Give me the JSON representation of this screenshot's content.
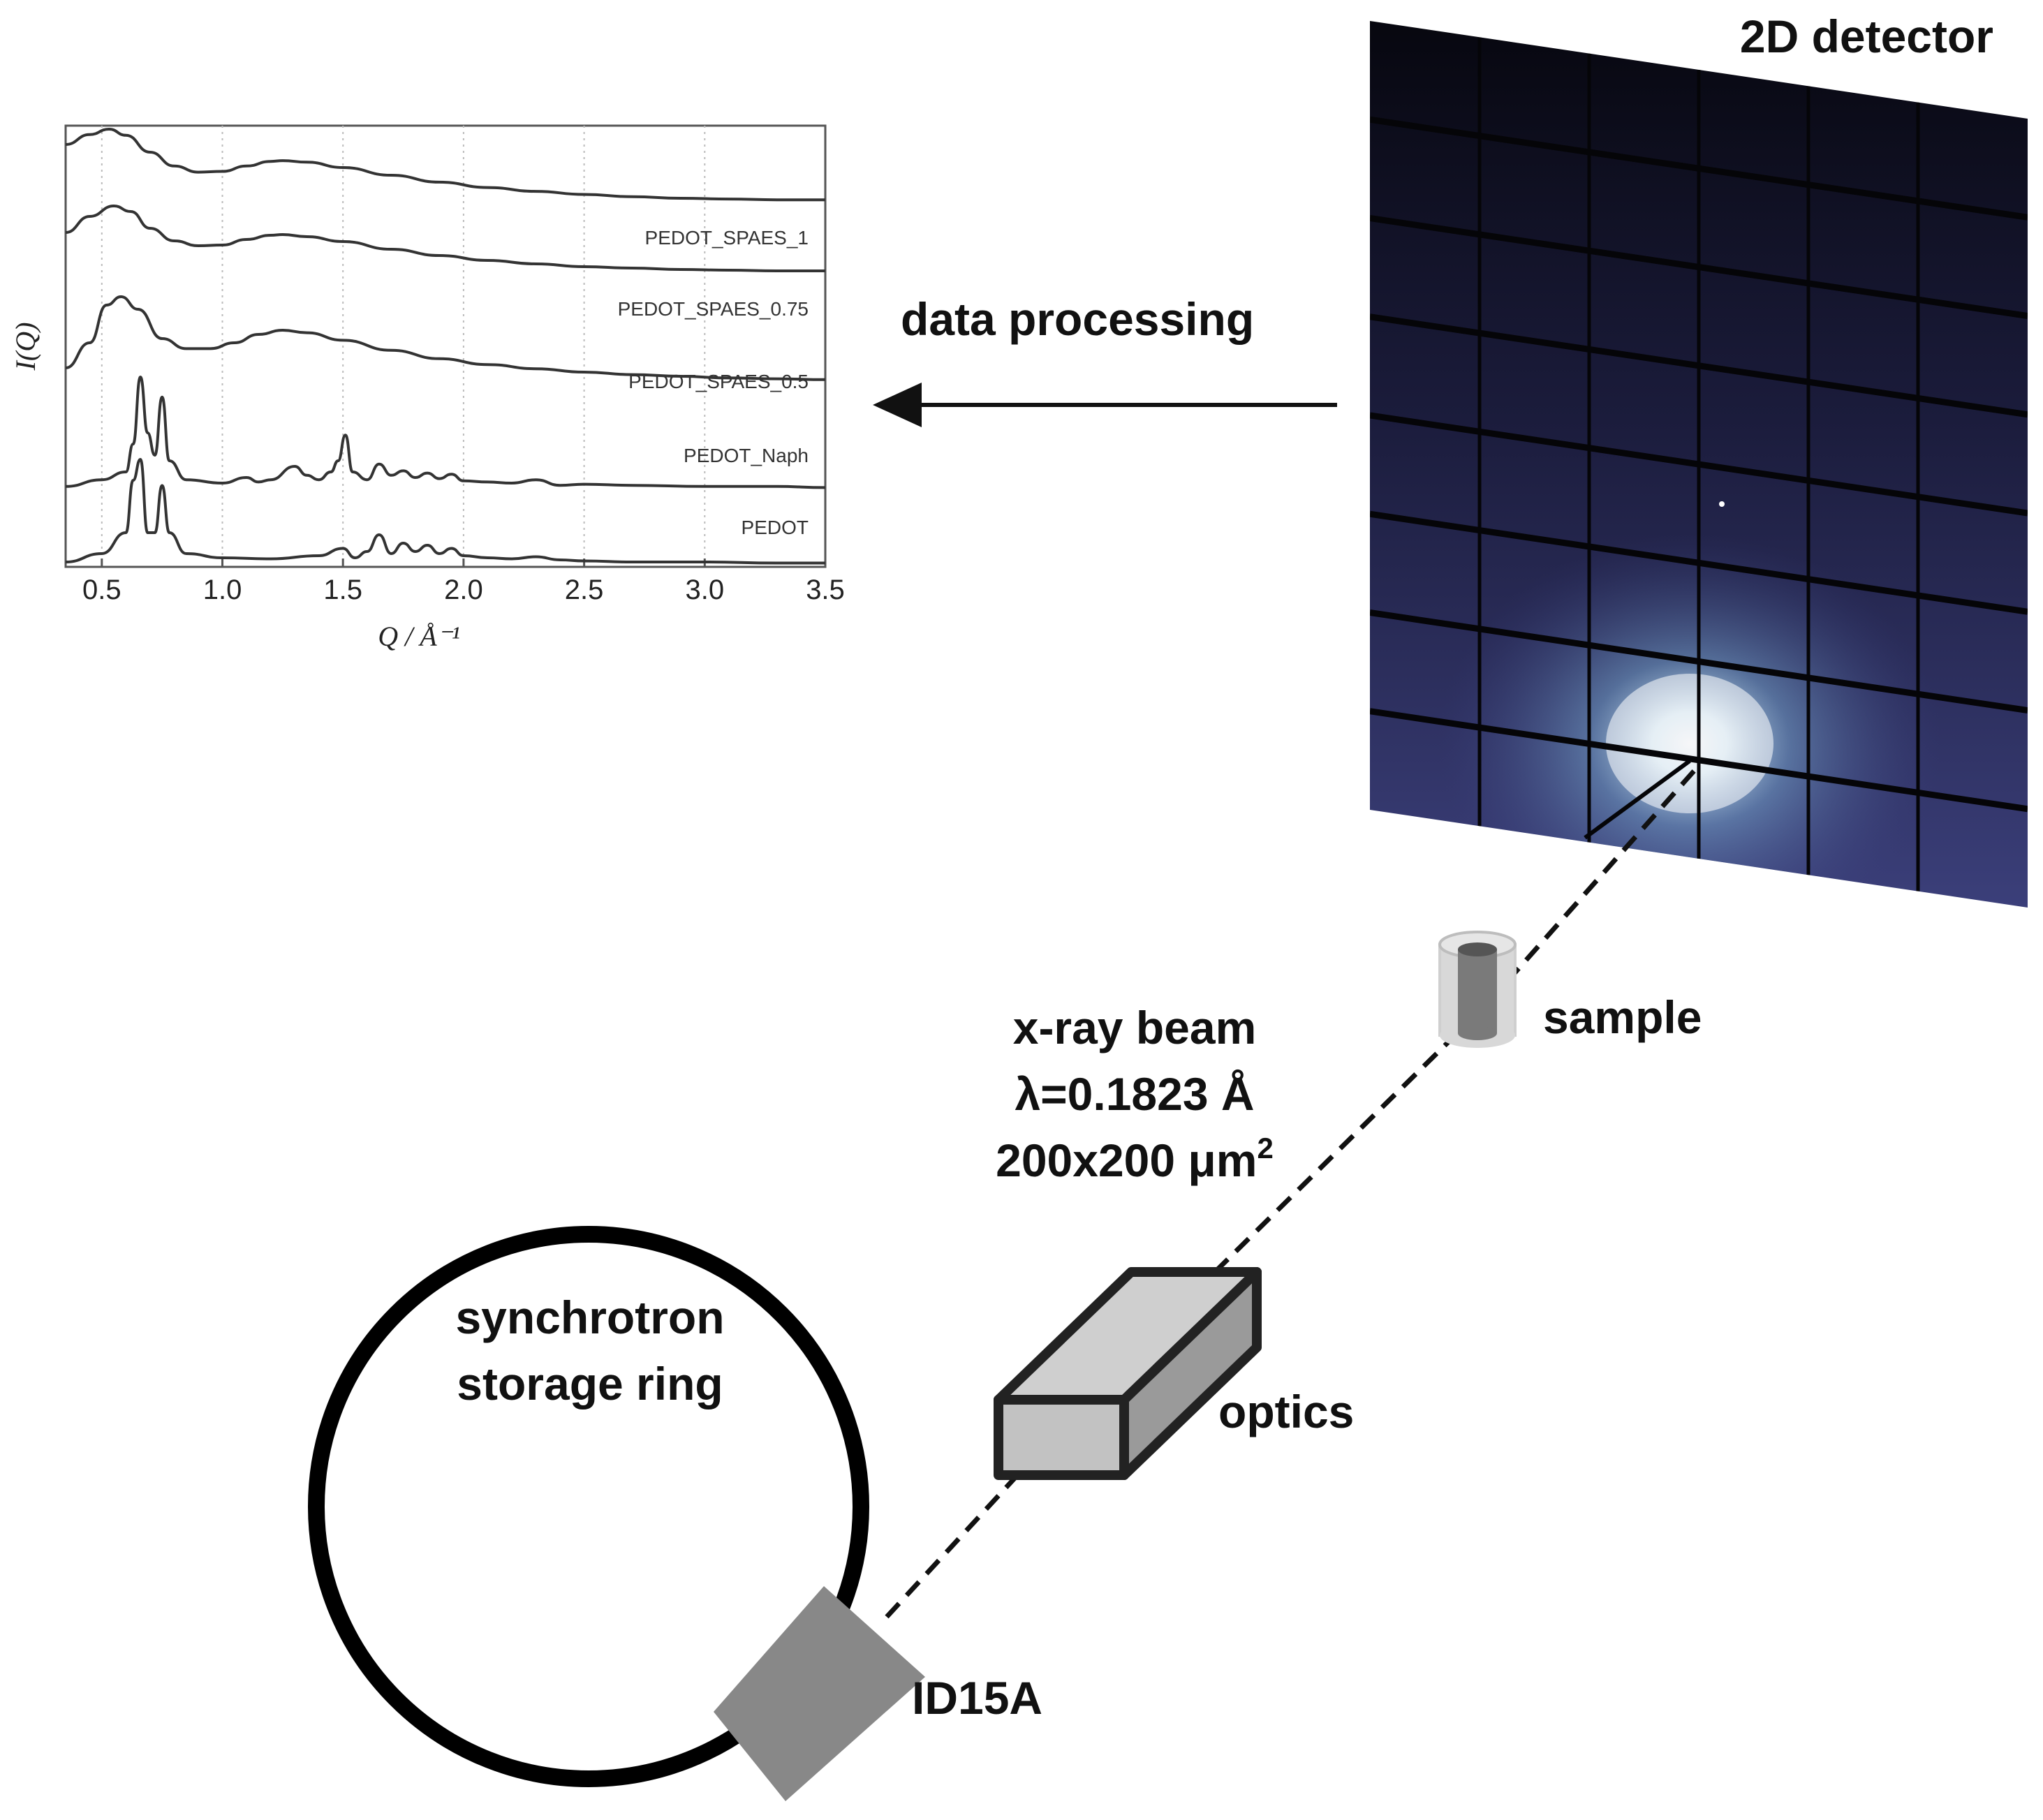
{
  "labels": {
    "detector": "2D detector",
    "data_processing": "data processing",
    "beam_line1": "x-ray beam",
    "beam_line2": "λ=0.1823 Å",
    "beam_line3_base": "200x200 μm",
    "beam_line3_sup": "2",
    "sample": "sample",
    "optics": "optics",
    "ring_line1": "synchrotron",
    "ring_line2": "storage ring",
    "beamline": "ID15A"
  },
  "colors": {
    "text": "#111111",
    "detector_dark": "#0d0d1e",
    "detector_mid": "#2a2d5a",
    "detector_glow": "#f2fbff",
    "component_gray": "#888888",
    "optics_face": "#c8c8c8"
  },
  "icons": {
    "arrow": "left-arrow",
    "sample": "cylinder-vial",
    "optics": "box-3d",
    "ring": "circle-ring",
    "source": "rectangle-block"
  },
  "chart_data": {
    "type": "line",
    "xlabel": "Q / Å⁻¹",
    "ylabel": "I(Q)",
    "xlim": [
      0.35,
      3.5
    ],
    "xticks": [
      0.5,
      1.0,
      1.5,
      2.0,
      2.5,
      3.0,
      3.5
    ],
    "xtick_labels": [
      "0.5",
      "1.0",
      "1.5",
      "2.0",
      "2.5",
      "3.0",
      "3.5"
    ],
    "grid": "vertical-dotted",
    "series": [
      {
        "name": "PEDOT_SPAES_1",
        "x": [
          0.35,
          0.45,
          0.53,
          0.6,
          0.7,
          0.8,
          0.9,
          1.0,
          1.1,
          1.2,
          1.25,
          1.35,
          1.5,
          1.7,
          1.9,
          2.1,
          2.3,
          2.5,
          2.7,
          2.9,
          3.1,
          3.3,
          3.5
        ],
        "y": [
          0.8,
          0.93,
          1.0,
          0.92,
          0.7,
          0.52,
          0.44,
          0.45,
          0.52,
          0.58,
          0.59,
          0.57,
          0.5,
          0.4,
          0.31,
          0.24,
          0.19,
          0.15,
          0.12,
          0.1,
          0.09,
          0.08,
          0.08
        ]
      },
      {
        "name": "PEDOT_SPAES_0.75",
        "x": [
          0.35,
          0.45,
          0.55,
          0.62,
          0.7,
          0.8,
          0.9,
          1.0,
          1.1,
          1.2,
          1.25,
          1.35,
          1.5,
          1.7,
          1.9,
          2.1,
          2.3,
          2.5,
          2.7,
          2.9,
          3.1,
          3.3,
          3.5
        ],
        "y": [
          0.62,
          0.85,
          1.0,
          0.92,
          0.68,
          0.5,
          0.43,
          0.44,
          0.52,
          0.58,
          0.59,
          0.56,
          0.49,
          0.38,
          0.29,
          0.22,
          0.17,
          0.13,
          0.11,
          0.09,
          0.08,
          0.07,
          0.07
        ]
      },
      {
        "name": "PEDOT_SPAES_0.5",
        "x": [
          0.35,
          0.45,
          0.52,
          0.58,
          0.65,
          0.75,
          0.85,
          0.95,
          1.05,
          1.15,
          1.25,
          1.35,
          1.5,
          1.7,
          1.9,
          2.1,
          2.3,
          2.5,
          2.7,
          2.9,
          3.1,
          3.3,
          3.5
        ],
        "y": [
          0.15,
          0.45,
          0.9,
          1.0,
          0.85,
          0.5,
          0.38,
          0.38,
          0.45,
          0.55,
          0.6,
          0.57,
          0.48,
          0.36,
          0.26,
          0.19,
          0.14,
          0.1,
          0.07,
          0.05,
          0.03,
          0.02,
          0.01
        ]
      },
      {
        "name": "PEDOT_Naph",
        "x": [
          0.35,
          0.5,
          0.6,
          0.63,
          0.66,
          0.69,
          0.72,
          0.75,
          0.78,
          0.85,
          1.0,
          1.1,
          1.15,
          1.2,
          1.3,
          1.35,
          1.4,
          1.45,
          1.48,
          1.51,
          1.54,
          1.6,
          1.65,
          1.7,
          1.75,
          1.8,
          1.85,
          1.9,
          1.95,
          2.0,
          2.1,
          2.2,
          2.3,
          2.4,
          2.5,
          2.7,
          3.0,
          3.3,
          3.5
        ],
        "y": [
          0.02,
          0.08,
          0.15,
          0.4,
          1.0,
          0.5,
          0.3,
          0.82,
          0.25,
          0.08,
          0.05,
          0.1,
          0.06,
          0.08,
          0.2,
          0.12,
          0.08,
          0.15,
          0.25,
          0.48,
          0.15,
          0.08,
          0.22,
          0.12,
          0.16,
          0.1,
          0.14,
          0.09,
          0.13,
          0.07,
          0.06,
          0.05,
          0.08,
          0.03,
          0.04,
          0.03,
          0.02,
          0.02,
          0.01
        ]
      },
      {
        "name": "PEDOT",
        "x": [
          0.35,
          0.5,
          0.6,
          0.63,
          0.66,
          0.69,
          0.72,
          0.75,
          0.78,
          0.85,
          1.0,
          1.2,
          1.4,
          1.5,
          1.55,
          1.6,
          1.65,
          1.7,
          1.75,
          1.8,
          1.85,
          1.9,
          1.95,
          2.0,
          2.1,
          2.2,
          2.3,
          2.4,
          2.5,
          2.7,
          3.0,
          3.3,
          3.5
        ],
        "y": [
          0.02,
          0.1,
          0.3,
          0.8,
          1.0,
          0.3,
          0.3,
          0.75,
          0.3,
          0.1,
          0.06,
          0.05,
          0.08,
          0.15,
          0.06,
          0.12,
          0.28,
          0.1,
          0.2,
          0.12,
          0.18,
          0.1,
          0.15,
          0.08,
          0.06,
          0.05,
          0.07,
          0.04,
          0.03,
          0.02,
          0.02,
          0.01,
          0.01
        ]
      }
    ]
  }
}
